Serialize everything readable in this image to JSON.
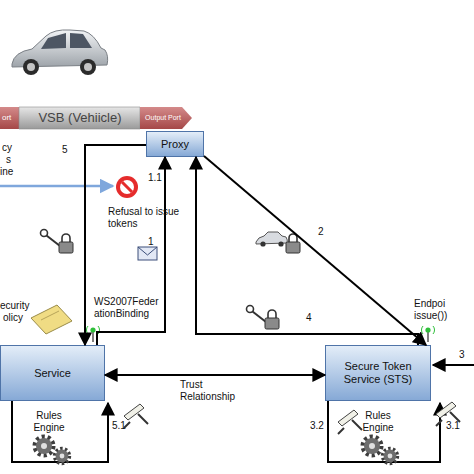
{
  "diagram": {
    "nodes": [
      {
        "text": [
          "ort",
          "VSB (Vehiicle)",
          "Output Port"
        ]
      },
      {
        "text": [
          "Proxy"
        ]
      },
      {
        "text": [
          "Service"
        ]
      },
      {
        "text": [
          "Secure Token Service (STS)"
        ]
      }
    ],
    "edges": [
      {
        "from": 1,
        "to": 2,
        "arrow": "to"
      },
      {
        "from": 2,
        "to": 1,
        "arrow": "to"
      },
      {
        "from": 1,
        "to": 3,
        "arrow": "to"
      },
      {
        "from": 3,
        "to": 1,
        "arrow": "to"
      },
      {
        "from": 2,
        "to": 3,
        "label": "Trust Relationship",
        "arrow": "both"
      }
    ],
    "labels": [
      "cy",
      "s",
      "ine",
      "5",
      "1.1",
      "Refusal to issue tokens",
      "1",
      "2",
      "ecurity",
      "olicy",
      "WS2007Feder ationBinding",
      "4",
      "Endpoi issue())",
      "3",
      "5.1",
      "Rules Engine",
      "3.2",
      "Rules Engine",
      "3.1"
    ]
  }
}
